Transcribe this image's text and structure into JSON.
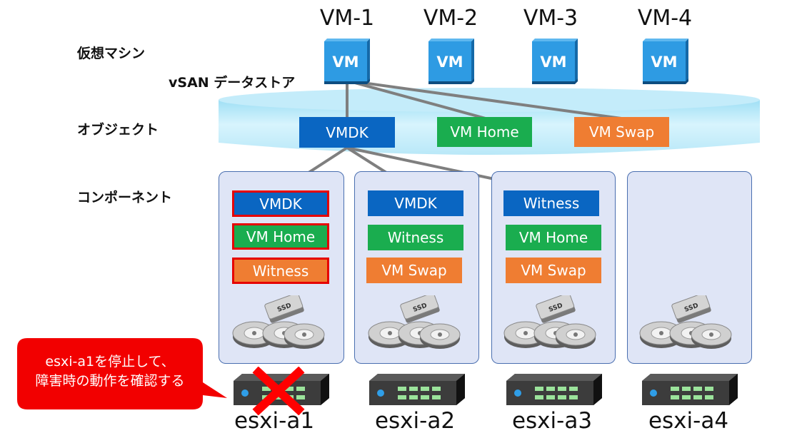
{
  "labels": {
    "vm_row": "仮想マシン",
    "datastore": "vSAN データストア",
    "object_row": "オブジェクト",
    "component_row": "コンポーネント"
  },
  "vms": [
    {
      "name": "VM-1",
      "icon_text": "VM"
    },
    {
      "name": "VM-2",
      "icon_text": "VM"
    },
    {
      "name": "VM-3",
      "icon_text": "VM"
    },
    {
      "name": "VM-4",
      "icon_text": "VM"
    }
  ],
  "objects": {
    "vmdk": "VMDK",
    "vmhome": "VM Home",
    "vmswap": "VM Swap"
  },
  "hosts": [
    {
      "name": "esxi-a1",
      "components": [
        "VMDK",
        "VM Home",
        "Witness"
      ],
      "failed": true
    },
    {
      "name": "esxi-a2",
      "components": [
        "VMDK",
        "Witness",
        "VM Swap"
      ],
      "failed": false
    },
    {
      "name": "esxi-a3",
      "components": [
        "Witness",
        "VM Home",
        "VM Swap"
      ],
      "failed": false
    },
    {
      "name": "esxi-a4",
      "components": [],
      "failed": false
    }
  ],
  "disk_label": "SSD",
  "callout": {
    "line1": "esxi-a1を停止して、",
    "line2": "障害時の動作を確認する"
  },
  "colors": {
    "blue": "#0a66c2",
    "green": "#1aad4f",
    "orange": "#ef7d32",
    "cylinder": "#c9eefa",
    "panel": "#dfe5f6",
    "callout": "#f20000",
    "failure_x": "#ff0000"
  }
}
